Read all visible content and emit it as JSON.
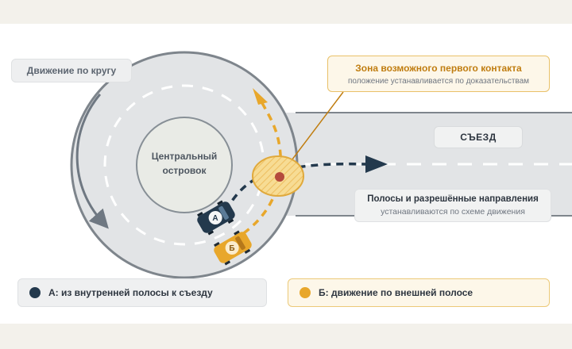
{
  "roundabout": {
    "circle_label": "Движение по кругу",
    "island_line1": "Центральный",
    "island_line2": "островок"
  },
  "zone": {
    "title": "Зона возможного первого контакта",
    "subtitle": "положение устанавливается по доказательствам"
  },
  "exit": {
    "label": "СЪЕЗД"
  },
  "lanes": {
    "title": "Полосы и разрешённые направления",
    "subtitle": "устанавливаются по схеме движения"
  },
  "cars": {
    "a_letter": "А",
    "b_letter": "Б"
  },
  "legend": {
    "a_text": "А: из внутренней полосы к съезду",
    "b_text": "Б: движение по внешней полосе"
  },
  "colors": {
    "car_a": "#23394d",
    "car_b": "#e8a72b",
    "zone_fill": "#f6d98c",
    "zone_center": "#b54a3c",
    "road": "#e2e4e6",
    "accent": "#c07d10"
  }
}
